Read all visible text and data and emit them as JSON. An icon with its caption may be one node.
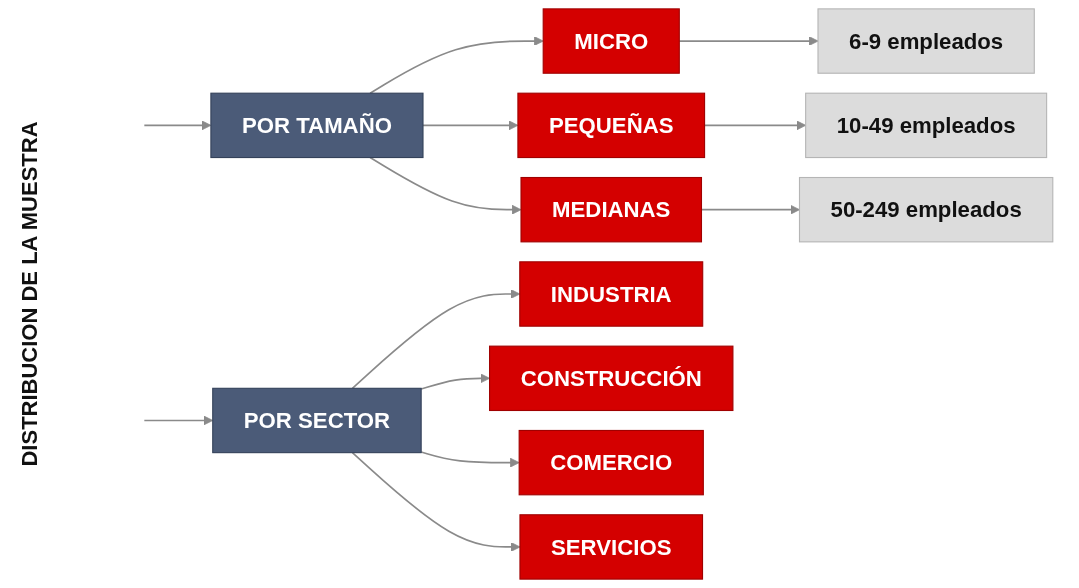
{
  "diagram": {
    "nodes": [
      {
        "text": [
          "POR TAMAÑO"
        ]
      },
      {
        "text": [
          "MICRO"
        ]
      },
      {
        "text": [
          "PEQUEÑAS"
        ]
      },
      {
        "text": [
          "MEDIANAS"
        ]
      },
      {
        "text": [
          "6-9 empleados"
        ]
      },
      {
        "text": [
          "10-49 empleados"
        ]
      },
      {
        "text": [
          "50-249 empleados"
        ]
      },
      {
        "text": [
          "POR SECTOR"
        ]
      },
      {
        "text": [
          "INDUSTRIA"
        ]
      },
      {
        "text": [
          "CONSTRUCCIÓN"
        ]
      },
      {
        "text": [
          "COMERCIO"
        ]
      },
      {
        "text": [
          "SERVICIOS"
        ]
      }
    ],
    "edges": [
      {
        "from": null,
        "to": 0,
        "arrow": "to"
      },
      {
        "from": 0,
        "to": 1,
        "arrow": "to"
      },
      {
        "from": 0,
        "to": 2,
        "arrow": "to"
      },
      {
        "from": 0,
        "to": 3,
        "arrow": "to"
      },
      {
        "from": 1,
        "to": 4,
        "arrow": "to"
      },
      {
        "from": 2,
        "to": 5,
        "arrow": "to"
      },
      {
        "from": 3,
        "to": 6,
        "arrow": "to"
      },
      {
        "from": null,
        "to": 7,
        "arrow": "to"
      },
      {
        "from": 7,
        "to": 8,
        "arrow": "to"
      },
      {
        "from": 7,
        "to": 9,
        "arrow": "to"
      },
      {
        "from": 7,
        "to": 10,
        "arrow": "to"
      },
      {
        "from": 7,
        "to": 11,
        "arrow": "to"
      }
    ],
    "labels": [
      "DISTRIBUCION DE LA MUESTRA"
    ]
  }
}
